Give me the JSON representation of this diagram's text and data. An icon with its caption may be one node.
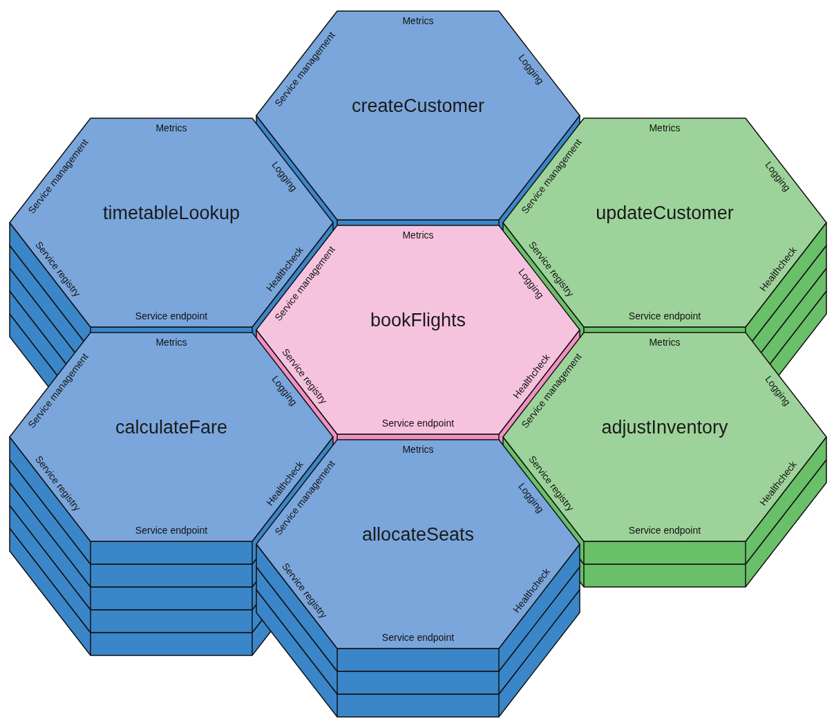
{
  "diagram": {
    "nodes": [
      {
        "text": [
          "Metrics",
          "Service management",
          "Logging",
          "createCustomer"
        ]
      },
      {
        "text": [
          "Metrics",
          "Service management",
          "Logging",
          "timetableLookup",
          "Service registry",
          "Healthcheck",
          "Service endpoint"
        ]
      },
      {
        "text": [
          "Metrics",
          "Service management",
          "Logging",
          "updateCustomer",
          "Service registry",
          "Healthcheck",
          "Service endpoint"
        ]
      },
      {
        "text": [
          "Metrics",
          "Service management",
          "Logging",
          "bookFlights",
          "Service registry",
          "Healthcheck",
          "Service endpoint"
        ]
      },
      {
        "text": [
          "Metrics",
          "Service management",
          "Logging",
          "calculateFare",
          "Service registry",
          "Healthcheck",
          "Service endpoint"
        ]
      },
      {
        "text": [
          "Metrics",
          "Service management",
          "Logging",
          "adjustInventory",
          "Service registry",
          "Healthcheck",
          "Service endpoint"
        ]
      },
      {
        "text": [
          "Metrics",
          "Service management",
          "Logging",
          "allocateSeats",
          "Service registry",
          "Healthcheck",
          "Service endpoint"
        ]
      }
    ]
  }
}
